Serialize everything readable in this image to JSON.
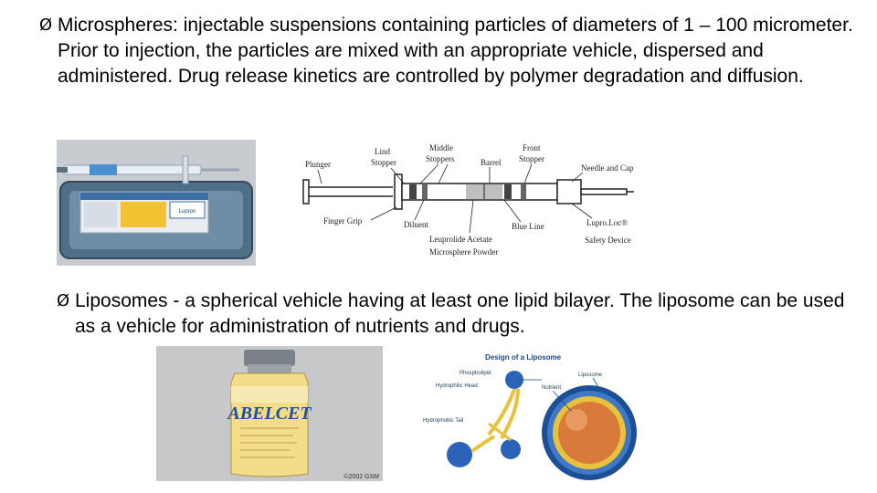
{
  "bullets": [
    {
      "arrow": "Ø",
      "text": "Microspheres: injectable suspensions containing particles of diameters of 1 – 100 micrometer.  Prior to injection, the particles are mixed with an appropriate vehicle, dispersed and administered.  Drug release kinetics are controlled by polymer degradation and diffusion."
    },
    {
      "arrow": "Ø",
      "text": "Liposomes - a spherical vehicle having at least one lipid bilayer. The liposome can be used as a vehicle for administration of nutrients and drugs."
    }
  ],
  "syringe_diagram": {
    "labels": {
      "plunger": "Plunger",
      "lind_stopper_1": "Lind",
      "lind_stopper_2": "Stopper",
      "middle_stoppers_1": "Middle",
      "middle_stoppers_2": "Stoppers",
      "barrel": "Barrel",
      "front_stopper_1": "Front",
      "front_stopper_2": "Stopper",
      "needle_cap": "Needle and Cap",
      "finger_grip": "Finger Grip",
      "diluent": "Diluent",
      "blue_line": "Blue Line",
      "lupro_loc_1": "Lupro.Loc®",
      "lupro_loc_2": "Safety Device",
      "leuprolide_1": "Leuprolide Acetate",
      "leuprolide_2": "Microsphere Powder"
    }
  },
  "liposome_diagram": {
    "title": "Design of a Liposome",
    "labels": {
      "phospholipid": "Phospholipid",
      "hydrophilic_head": "Hydrophilic Head",
      "hydrophobic_tail": "Hydrophobic Tail",
      "liposome": "Liposome",
      "nutrient": "Nutrient"
    }
  },
  "abelcet_photo": {
    "brand": "ABELCET",
    "copyright": "©2002 GSM"
  },
  "colors": {
    "accent_blue": "#1f5fa8",
    "liposome_orange": "#d77a3a"
  }
}
